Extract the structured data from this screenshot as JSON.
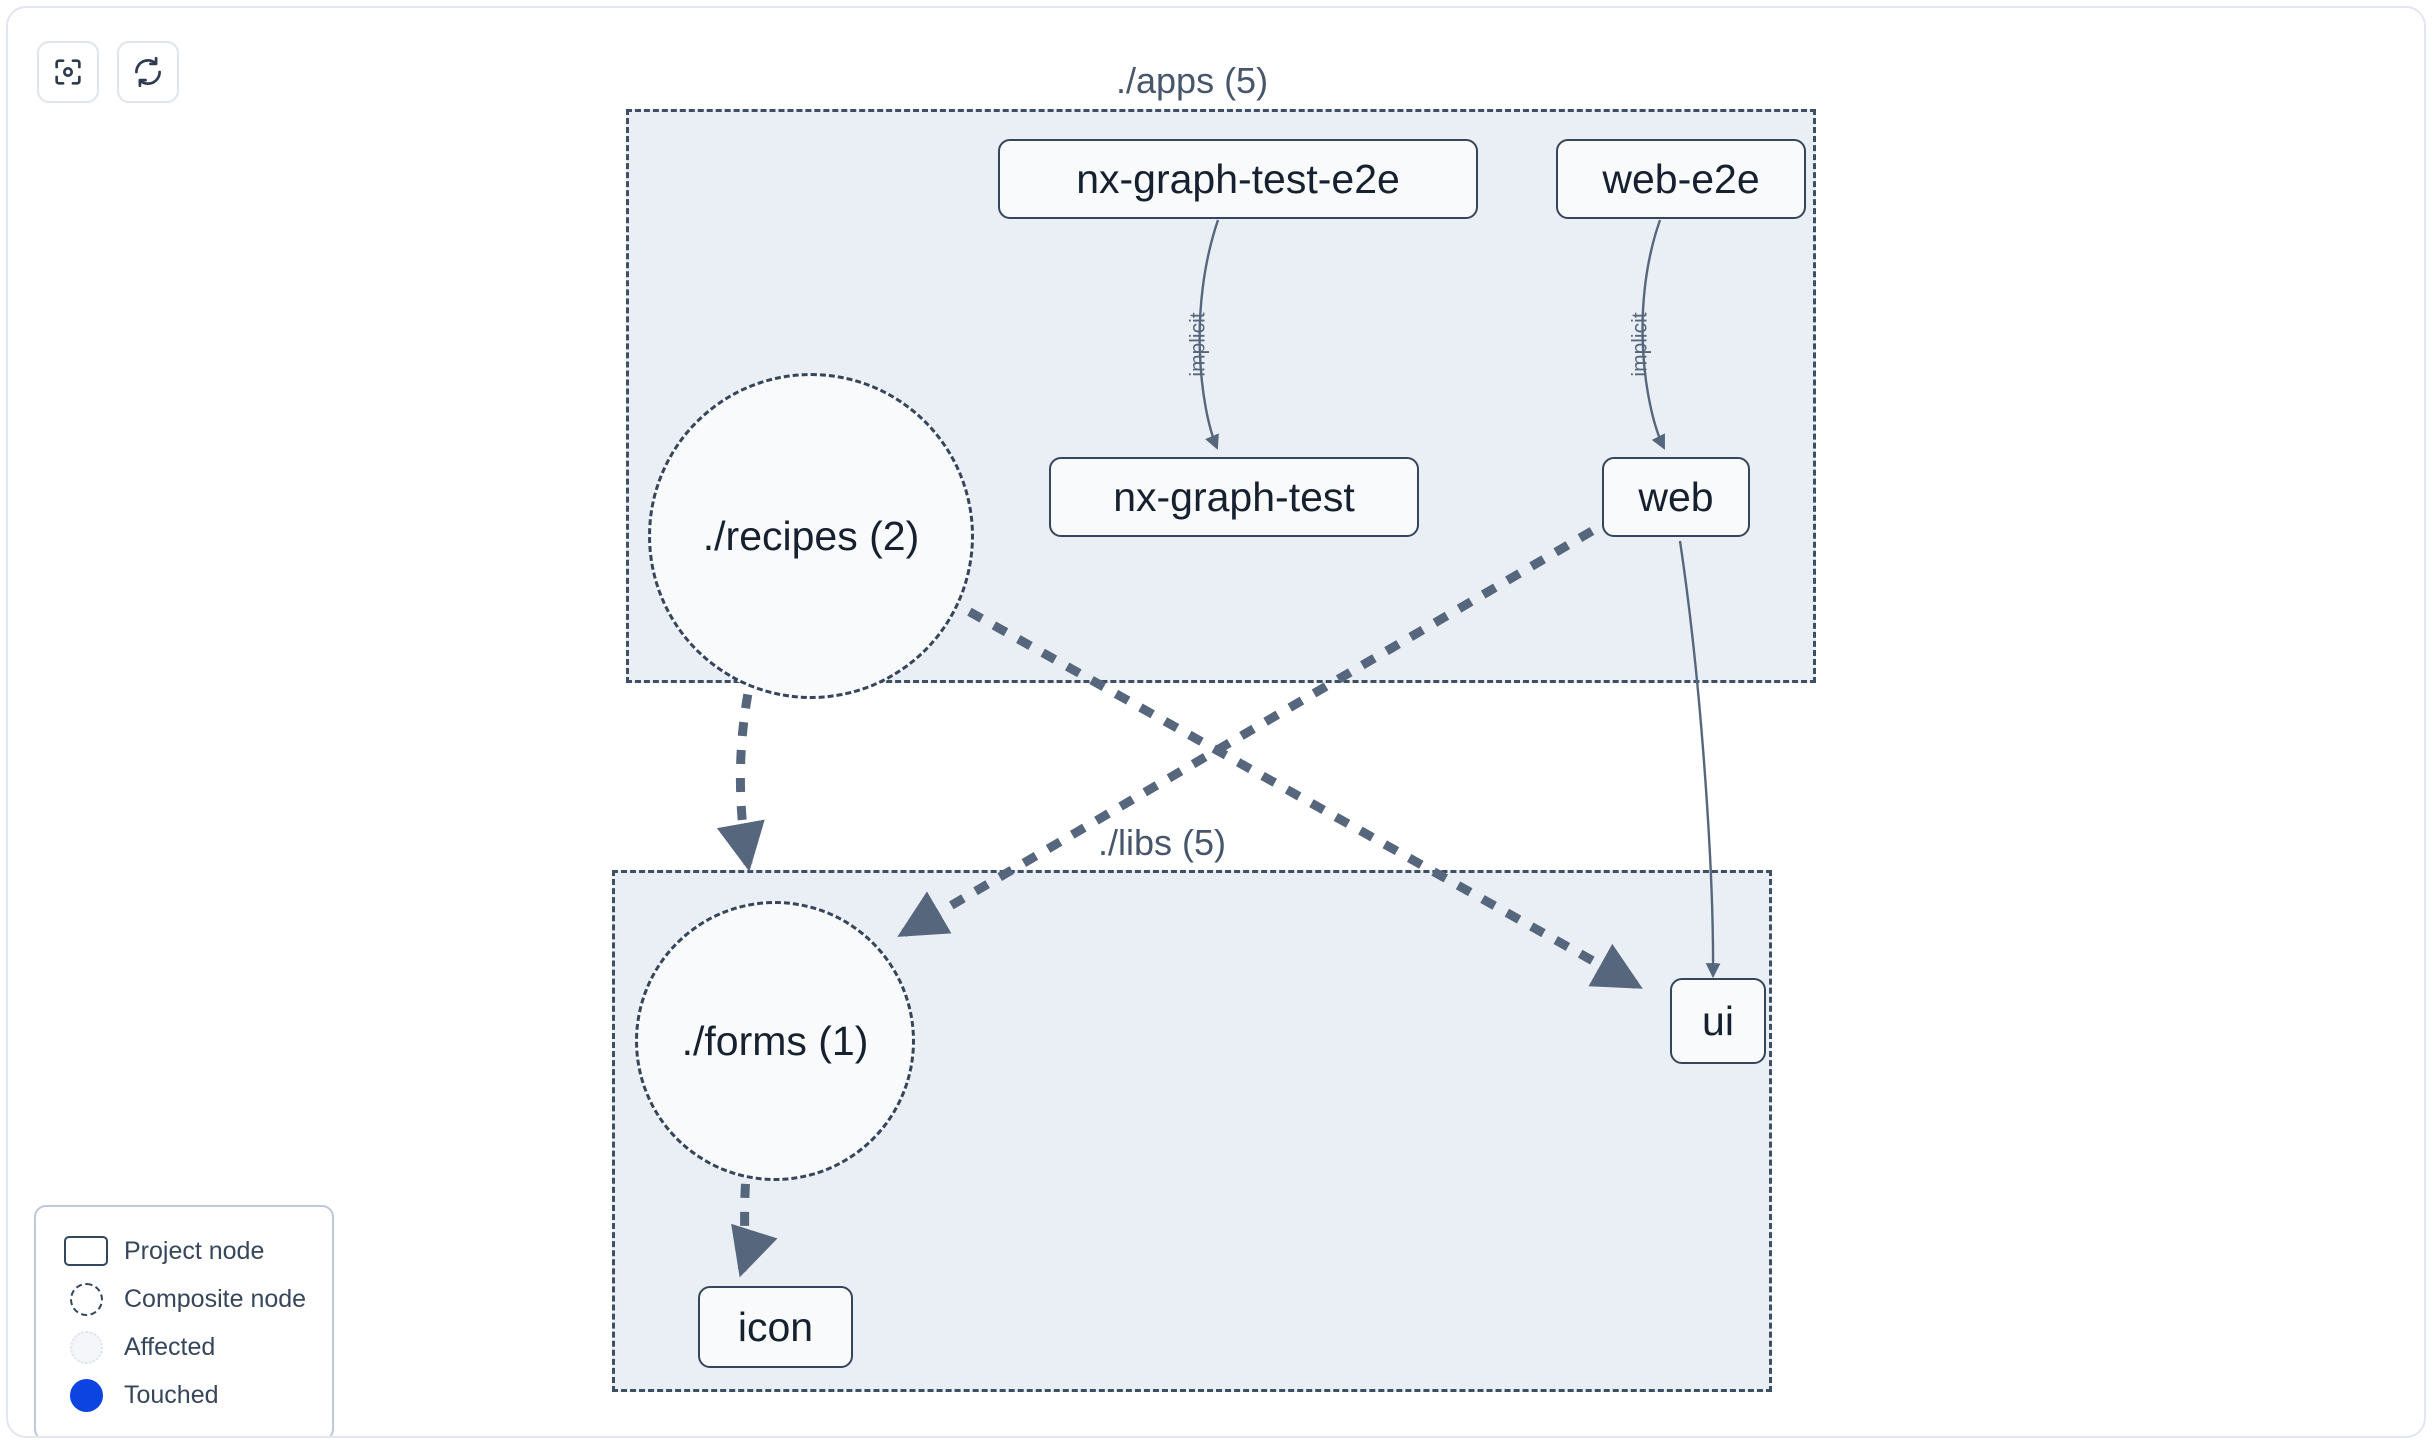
{
  "toolbar": {
    "buttons": [
      {
        "name": "focus-graph-button",
        "icon": "focus-target-icon",
        "label": ""
      },
      {
        "name": "refresh-graph-button",
        "icon": "refresh-icon",
        "label": ""
      }
    ]
  },
  "graph": {
    "groups": [
      {
        "id": "apps",
        "label": "./apps (5)"
      },
      {
        "id": "libs",
        "label": "./libs (5)"
      }
    ],
    "nodes": [
      {
        "id": "nx-graph-test-e2e",
        "label": "nx-graph-test-e2e",
        "type": "project",
        "group": "apps"
      },
      {
        "id": "web-e2e",
        "label": "web-e2e",
        "type": "project",
        "group": "apps"
      },
      {
        "id": "recipes",
        "label": "./recipes (2)",
        "type": "composite",
        "group": "apps"
      },
      {
        "id": "nx-graph-test",
        "label": "nx-graph-test",
        "type": "project",
        "group": "apps"
      },
      {
        "id": "web",
        "label": "web",
        "type": "project",
        "group": "apps"
      },
      {
        "id": "forms",
        "label": "./forms (1)",
        "type": "composite",
        "group": "libs"
      },
      {
        "id": "ui",
        "label": "ui",
        "type": "project",
        "group": "libs"
      },
      {
        "id": "icon",
        "label": "icon",
        "type": "project",
        "group": "libs"
      }
    ],
    "edges": [
      {
        "source": "nx-graph-test-e2e",
        "target": "nx-graph-test",
        "label": "implicit",
        "style": "solid"
      },
      {
        "source": "web-e2e",
        "target": "web",
        "label": "implicit",
        "style": "solid"
      },
      {
        "source": "web",
        "target": "ui",
        "label": "",
        "style": "solid"
      },
      {
        "source": "recipes",
        "target": "forms",
        "label": "",
        "style": "dashed"
      },
      {
        "source": "recipes",
        "target": "ui",
        "label": "",
        "style": "dashed"
      },
      {
        "source": "web",
        "target": "forms",
        "label": "",
        "style": "dashed"
      },
      {
        "source": "forms",
        "target": "icon",
        "label": "",
        "style": "dashed"
      }
    ]
  },
  "legend": {
    "items": [
      {
        "swatch": "project-node-swatch",
        "label": "Project node"
      },
      {
        "swatch": "composite-node-swatch",
        "label": "Composite node"
      },
      {
        "swatch": "affected-swatch",
        "label": "Affected"
      },
      {
        "swatch": "touched-swatch",
        "label": "Touched"
      }
    ]
  },
  "colors": {
    "group_fill": "#eaeff5",
    "node_fill": "#f8fafc",
    "node_border": "#35465c",
    "edge": "#56667d",
    "touched": "#0c44e2",
    "panel_border": "#e2e6f0"
  }
}
